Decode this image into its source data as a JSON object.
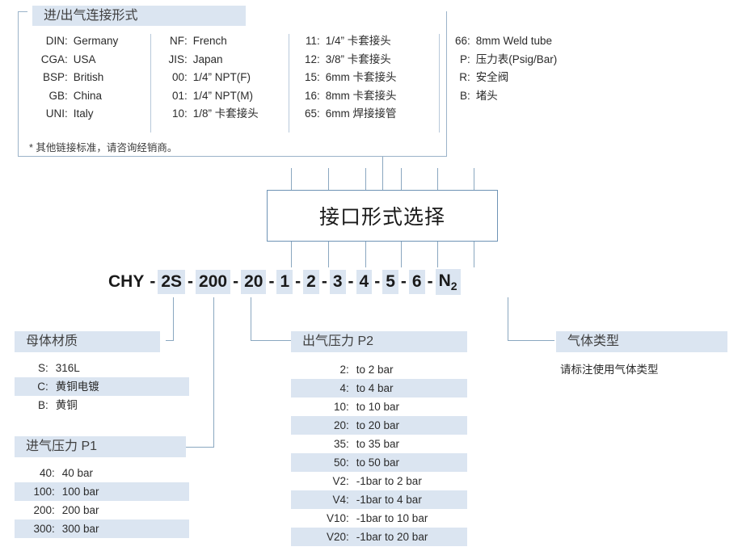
{
  "connection": {
    "title": "进/出气连接形式",
    "note": "* 其他链接标准，请咨询经销商。",
    "columns": [
      {
        "rows": [
          {
            "code": "DIN",
            "desc": "Germany"
          },
          {
            "code": "CGA",
            "desc": "USA"
          },
          {
            "code": "BSP",
            "desc": "British"
          },
          {
            "code": "GB",
            "desc": "China"
          },
          {
            "code": "UNI",
            "desc": "Italy"
          }
        ]
      },
      {
        "rows": [
          {
            "code": "NF",
            "desc": "French"
          },
          {
            "code": "JIS",
            "desc": "Japan"
          },
          {
            "code": "00",
            "desc": "1/4” NPT(F)"
          },
          {
            "code": "01",
            "desc": "1/4” NPT(M)"
          },
          {
            "code": "10",
            "desc": "1/8” 卡套接头"
          }
        ]
      },
      {
        "rows": [
          {
            "code": "11",
            "desc": "1/4” 卡套接头"
          },
          {
            "code": "12",
            "desc": "3/8” 卡套接头"
          },
          {
            "code": "15",
            "desc": "6mm 卡套接头"
          },
          {
            "code": "16",
            "desc": "8mm 卡套接头"
          },
          {
            "code": "65",
            "desc": "6mm 焊接接管"
          }
        ]
      },
      {
        "rows": [
          {
            "code": "66",
            "desc": "8mm Weld tube"
          },
          {
            "code": "P",
            "desc": "压力表(Psig/Bar)"
          },
          {
            "code": "R",
            "desc": "安全阀"
          },
          {
            "code": "B",
            "desc": "堵头"
          }
        ]
      }
    ]
  },
  "main_box": {
    "label": "接口形式选择"
  },
  "model_code": {
    "segments": [
      {
        "text": "CHY",
        "highlight": false
      },
      {
        "text": "2S",
        "highlight": true
      },
      {
        "text": "200",
        "highlight": true
      },
      {
        "text": "20",
        "highlight": true
      },
      {
        "text": "1",
        "highlight": true
      },
      {
        "text": "2",
        "highlight": true
      },
      {
        "text": "3",
        "highlight": true
      },
      {
        "text": "4",
        "highlight": true
      },
      {
        "text": "5",
        "highlight": true
      },
      {
        "text": "6",
        "highlight": true
      },
      {
        "text": "N2",
        "highlight": true
      }
    ],
    "separator": "-"
  },
  "material": {
    "title": "母体材质",
    "rows": [
      {
        "code": "S",
        "desc": "316L",
        "highlight": false
      },
      {
        "code": "C",
        "desc": "黄铜电镀",
        "highlight": true
      },
      {
        "code": "B",
        "desc": "黄铜",
        "highlight": false
      }
    ]
  },
  "inlet_pressure": {
    "title": "进气压力 P1",
    "rows": [
      {
        "code": "40",
        "desc": "40 bar",
        "highlight": false
      },
      {
        "code": "100",
        "desc": "100 bar",
        "highlight": true
      },
      {
        "code": "200",
        "desc": "200 bar",
        "highlight": false
      },
      {
        "code": "300",
        "desc": "300 bar",
        "highlight": true
      }
    ]
  },
  "outlet_pressure": {
    "title": "出气压力 P2",
    "rows": [
      {
        "code": "2",
        "desc": "to 2 bar",
        "highlight": false
      },
      {
        "code": "4",
        "desc": "to 4 bar",
        "highlight": true
      },
      {
        "code": "10",
        "desc": "to 10 bar",
        "highlight": false
      },
      {
        "code": "20",
        "desc": "to 20 bar",
        "highlight": true
      },
      {
        "code": "35",
        "desc": "to 35 bar",
        "highlight": false
      },
      {
        "code": "50",
        "desc": "to 50 bar",
        "highlight": true
      },
      {
        "code": "V2",
        "desc": "-1bar to 2 bar",
        "highlight": false
      },
      {
        "code": "V4",
        "desc": "-1bar to 4 bar",
        "highlight": true
      },
      {
        "code": "V10",
        "desc": "-1bar to 10 bar",
        "highlight": false
      },
      {
        "code": "V20",
        "desc": "-1bar to 20 bar",
        "highlight": true
      }
    ]
  },
  "gas_type": {
    "title": "气体类型",
    "note": "请标注使用气体类型"
  },
  "colors": {
    "highlight": "#dbe5f1",
    "border": "#9bb3c9",
    "box_border": "#6e93b5",
    "line": "#8aa7c0",
    "text": "#2b2b2b"
  }
}
